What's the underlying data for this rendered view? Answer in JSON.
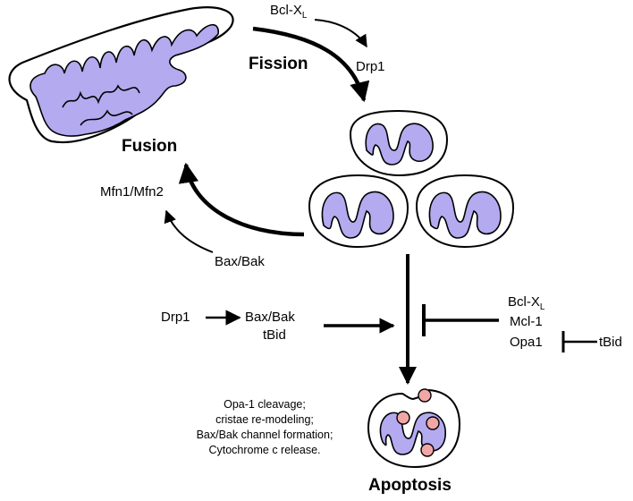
{
  "labels": {
    "fission": "Fission",
    "fusion": "Fusion",
    "apoptosis": "Apoptosis",
    "bcl_xl_top_main": "Bcl-X",
    "bcl_xl_top_sub": "L",
    "drp1_top": "Drp1",
    "mfn": "Mfn1/Mfn2",
    "bax_bak_left": "Bax/Bak",
    "drp1_mid": "Drp1",
    "bax_bak_mid": "Bax/Bak",
    "tbid_mid": "tBid",
    "bcl_xl_right_main": "Bcl-X",
    "bcl_xl_right_sub": "L",
    "mcl1": "Mcl-1",
    "opa1": "Opa1",
    "tbid_right": "tBid"
  },
  "events": [
    "Opa-1 cleavage;",
    "cristae re-modeling;",
    "Bax/Bak channel formation;",
    "Cytochrome c release."
  ],
  "colors": {
    "matrix": "#b3aaf0",
    "outline": "#000000",
    "cytochrome": "#f2a7a7"
  }
}
